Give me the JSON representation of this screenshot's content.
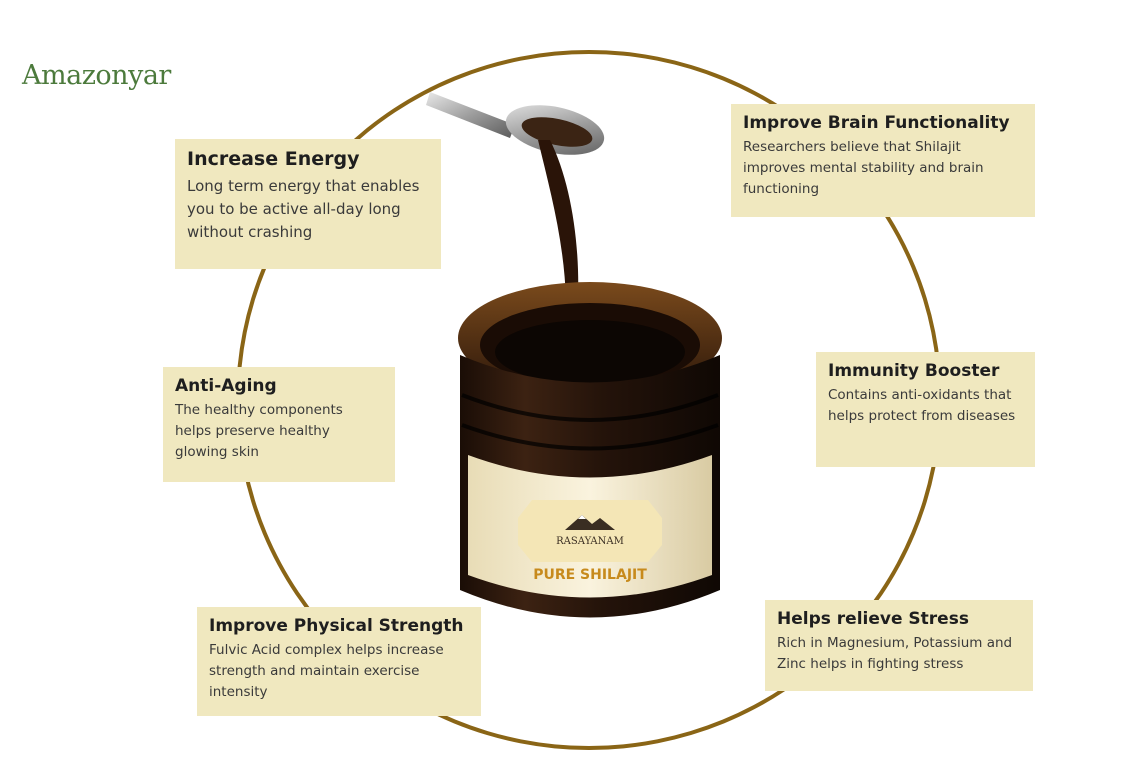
{
  "brand": {
    "logo_text": "Amazonyar"
  },
  "colors": {
    "ring": "#8a6516",
    "card_background": "#f0e8bf",
    "logo_green": "#4c7a3c",
    "label_background": "#f4e6b6",
    "label_text": "#c78a1c"
  },
  "benefits": [
    {
      "title": "Increase Energy",
      "text": "Long term energy that enables you to be active all-day long without crashing"
    },
    {
      "title": "Improve Brain Functionality",
      "text": "Researchers believe that Shilajit improves mental stability and brain functioning"
    },
    {
      "title": "Anti-Aging",
      "text": "The healthy components helps preserve healthy glowing skin"
    },
    {
      "title": "Immunity Booster",
      "text": "Contains anti-oxidants that helps protect from diseases"
    },
    {
      "title": "Improve Physical Strength",
      "text": "Fulvic Acid complex helps increase strength and maintain exercise intensity"
    },
    {
      "title": "Helps relieve Stress",
      "text": "Rich in Magnesium, Potassium and Zinc helps in fighting stress"
    }
  ],
  "product": {
    "brand_label": "RASAYANAM",
    "name_label": "PURE SHILAJIT"
  }
}
